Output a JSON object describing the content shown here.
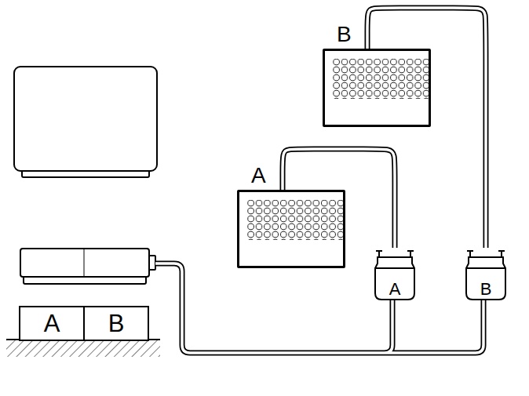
{
  "diagram": {
    "nodes": [
      {
        "text": [
          "B"
        ]
      },
      {
        "text": [
          "A"
        ]
      },
      {
        "text": [
          "A"
        ]
      },
      {
        "text": [
          "B"
        ]
      },
      {
        "text": [
          "A"
        ]
      },
      {
        "text": [
          "B"
        ]
      }
    ],
    "edges": [
      {
        "from": 1,
        "to": 4,
        "arrow": "none"
      },
      {
        "from": 0,
        "to": 5,
        "arrow": "none"
      }
    ]
  }
}
